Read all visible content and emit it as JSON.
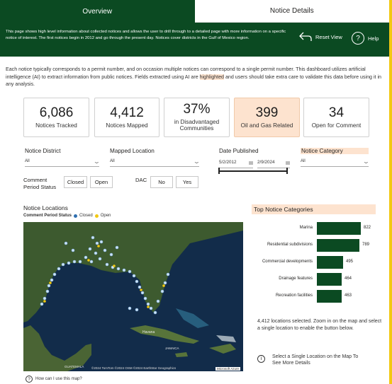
{
  "tabs": [
    {
      "label": "Overview",
      "active": true
    },
    {
      "label": "Notice Details",
      "active": false
    }
  ],
  "banner": {
    "text": "This page shows high level information about collected notices and allows the user to drill through to a detailed page with more information on a specific notice of interest. The first notices begin in 2012 and go through the present day. Notices cover districts in the Gulf of Mexico region.",
    "reset_label": "Reset View",
    "help_label": "Help"
  },
  "intro": {
    "part1": "Each notice typically corresponds to a permit number, and on occasion multiple notices can correspond to a single permit number. This dashboard utilizes artificial intelligence (AI) to extract information from public notices. Fields extracted using AI are ",
    "highlighted": "highlighted",
    "part2": " and users should take extra care to validate this data before using it in any analysis."
  },
  "kpis": [
    {
      "value": "6,086",
      "label": "Notices Tracked"
    },
    {
      "value": "4,412",
      "label": "Notices Mapped"
    },
    {
      "value": "37%",
      "label": "in Disadvantaged Communities"
    },
    {
      "value": "399",
      "label": "Oil and Gas Related"
    },
    {
      "value": "34",
      "label": "Open for Comment"
    }
  ],
  "filters": {
    "district": {
      "label": "Notice District",
      "value": "All"
    },
    "location": {
      "label": "Mapped Location",
      "value": "All"
    },
    "date": {
      "label": "Date Published",
      "start": "5/2/2012",
      "end": "2/9/2024"
    },
    "category": {
      "label": "Notice Category",
      "value": "All"
    },
    "comment": {
      "label": "Comment Period Status",
      "options": [
        "Closed",
        "Open"
      ]
    },
    "dac": {
      "label": "DAC",
      "options": [
        "No",
        "Yes"
      ]
    }
  },
  "map": {
    "title": "Notice Locations",
    "legend_title": "Comment Period Status",
    "legend": [
      {
        "name": "Closed",
        "color": "#2f6fb0"
      },
      {
        "name": "Open",
        "color": "#f2c811"
      }
    ],
    "attribution": "©2024 TomTom ©2024 OSM ©2024 EarthStar Geographics",
    "brand": "Microsoft Azure",
    "howto": "How can I use this map?",
    "labels": {
      "havana": "Havana",
      "jamaica": "JAMAICA",
      "guatemala": "GUATEMALA"
    }
  },
  "top_categories": {
    "title": "Top Notice Categories",
    "bar_color": "#0b4a22"
  },
  "chart_data": {
    "type": "bar",
    "orientation": "horizontal",
    "categories": [
      "Marina",
      "Residential subdivisions",
      "Commercial developments",
      "Drainage features",
      "Recreation facilities"
    ],
    "values": [
      822,
      789,
      495,
      464,
      463
    ],
    "title": "Top Notice Categories",
    "xlabel": "",
    "ylabel": ""
  },
  "note": "4,412 locations selected. Zoom in on the map and select a single location to enable the button below.",
  "info_text": "Select a Single Location on the Map To See More Details"
}
